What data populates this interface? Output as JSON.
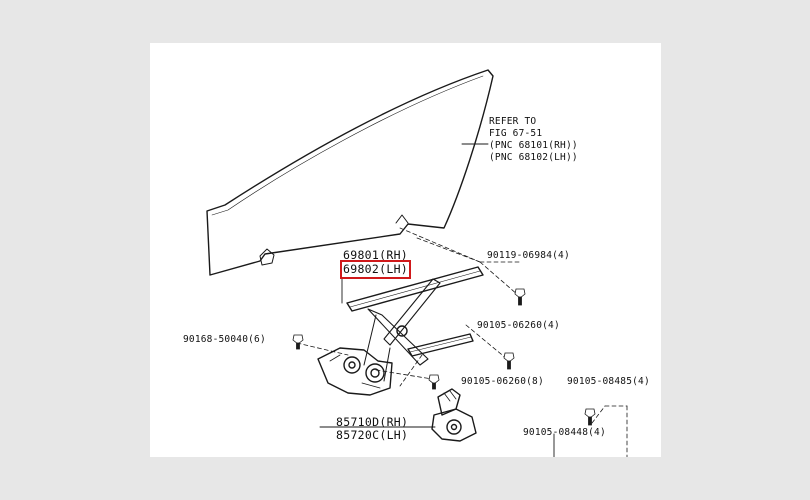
{
  "diagram": {
    "refer_note": {
      "line1": "REFER TO",
      "line2": "FIG 67-51",
      "line3": "(PNC 68101(RH))",
      "line4": "(PNC 68102(LH))"
    },
    "regulator": {
      "rh": "69801(RH)",
      "lh": "69802(LH)"
    },
    "motor": {
      "rh": "85710D(RH)",
      "lh": "85720C(LH)"
    },
    "bolts": {
      "b1": "90119-06984(4)",
      "b2": "90105-06260(4)",
      "b3": "90168-50040(6)",
      "b4": "90105-06260(8)",
      "b5": "90105-08485(4)",
      "b6": "90105-08448(4)"
    },
    "highlight_color": "#d0191b"
  }
}
